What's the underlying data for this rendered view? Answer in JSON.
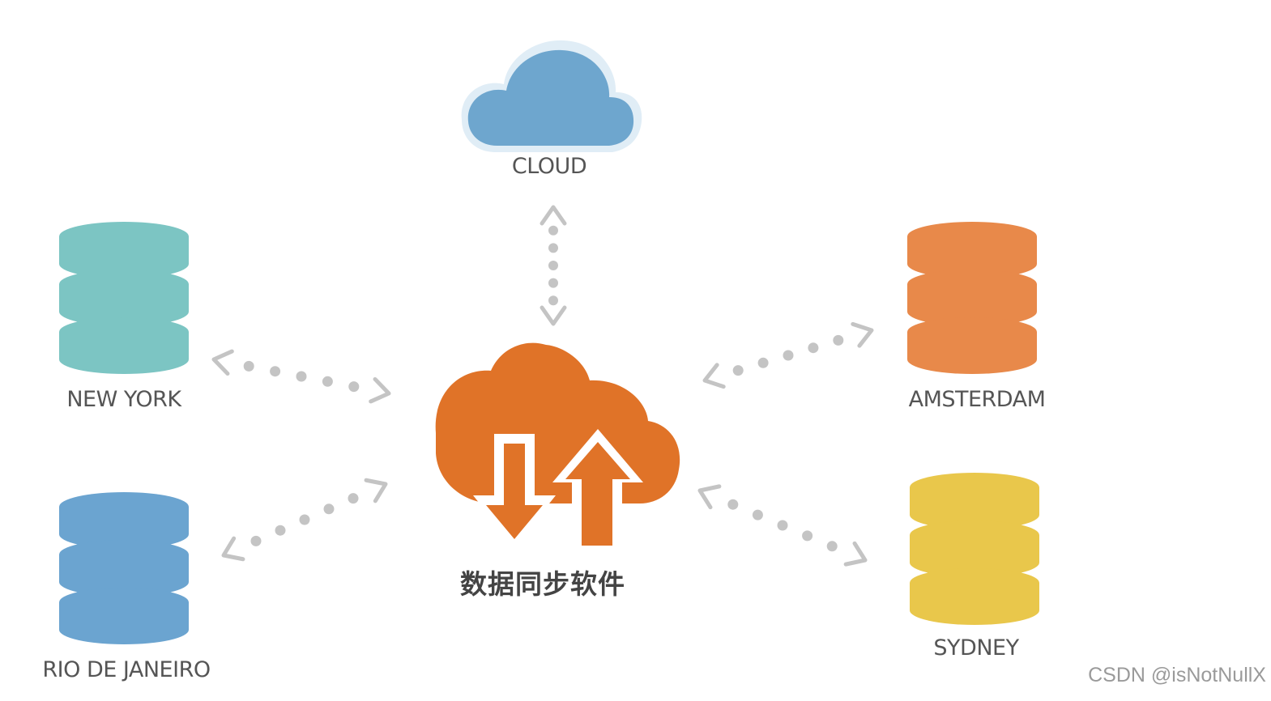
{
  "diagram": {
    "hub": {
      "label": "数据同步软件",
      "color": "#E07328",
      "icon": "cloud-sync-icon"
    },
    "cloud": {
      "label": "CLOUD",
      "color": "#6EA6CE",
      "icon": "cloud-icon"
    },
    "databases": [
      {
        "id": "new-york",
        "label": "NEW YORK",
        "color": "#7CC5C3",
        "icon": "database-icon"
      },
      {
        "id": "rio-de-janeiro",
        "label": "RIO DE JANEIRO",
        "color": "#6BA4D0",
        "icon": "database-icon"
      },
      {
        "id": "amsterdam",
        "label": "AMSTERDAM",
        "color": "#E8894A",
        "icon": "database-icon"
      },
      {
        "id": "sydney",
        "label": "SYDNEY",
        "color": "#E9C74B",
        "icon": "database-icon"
      }
    ],
    "connections": [
      {
        "from": "cloud",
        "to": "hub",
        "style": "dotted",
        "arrows": "both"
      },
      {
        "from": "new-york",
        "to": "hub",
        "style": "dotted",
        "arrows": "both"
      },
      {
        "from": "rio-de-janeiro",
        "to": "hub",
        "style": "dotted",
        "arrows": "both"
      },
      {
        "from": "amsterdam",
        "to": "hub",
        "style": "dotted",
        "arrows": "both"
      },
      {
        "from": "sydney",
        "to": "hub",
        "style": "dotted",
        "arrows": "both"
      }
    ],
    "connector_color": "#C4C4C4"
  },
  "watermark": "CSDN @isNotNullX"
}
